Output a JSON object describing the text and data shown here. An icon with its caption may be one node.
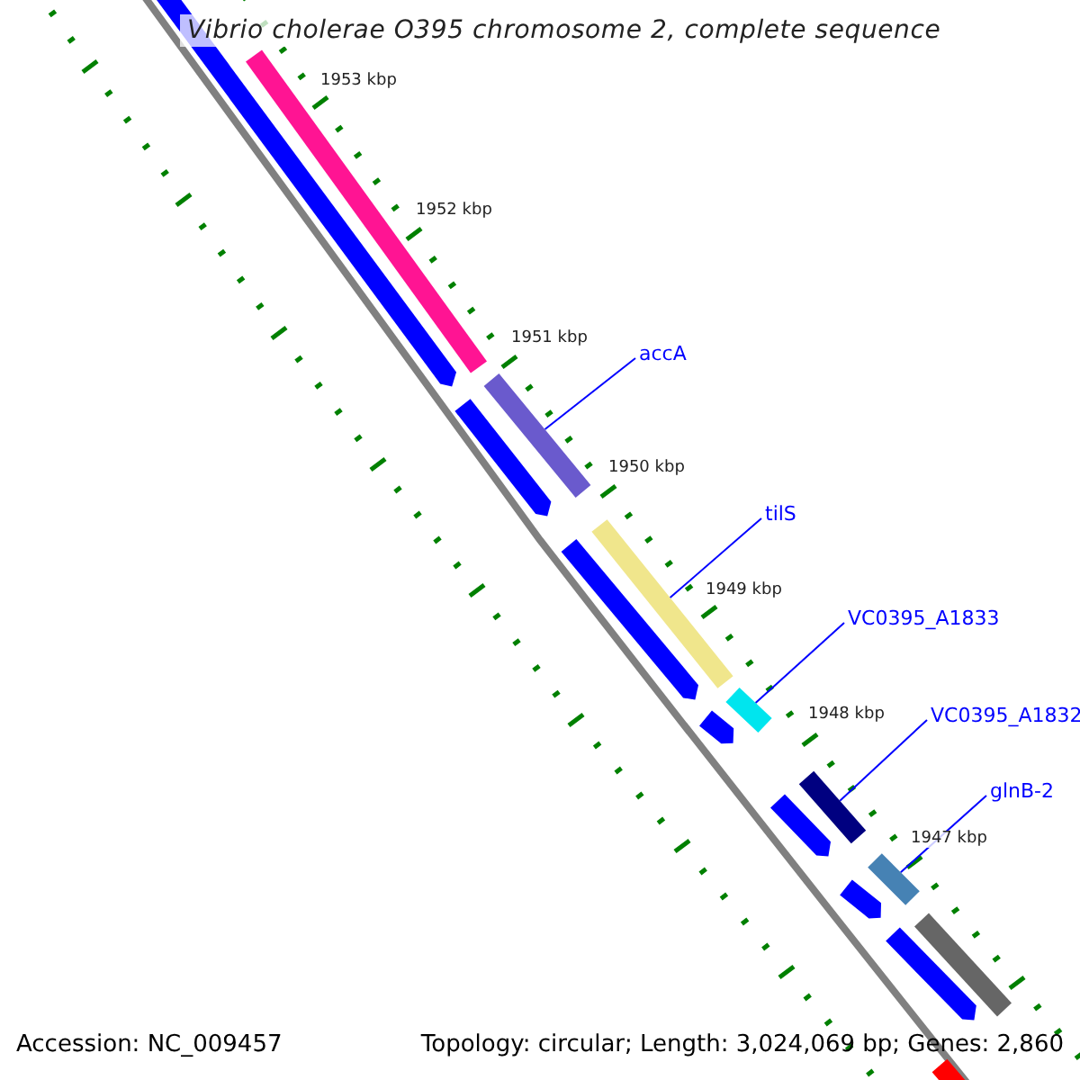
{
  "diagram": {
    "title": "Vibrio cholerae O395 chromosome 2, complete sequence",
    "nodes": [
      {
        "text": [
          "accA"
        ]
      },
      {
        "text": [
          "tilS"
        ]
      },
      {
        "text": [
          "VC0395_A1833"
        ]
      },
      {
        "text": [
          "VC0395_A1832"
        ]
      },
      {
        "text": [
          "glnB-2"
        ]
      },
      {
        "text": [],
        "shape": "bar"
      },
      {
        "text": [],
        "shape": "bar"
      },
      {
        "text": [],
        "shape": "bar"
      },
      {
        "text": [],
        "shape": "bar"
      },
      {
        "text": [],
        "shape": "bar"
      },
      {
        "text": [],
        "shape": "bar"
      },
      {
        "text": [],
        "shape": "bar"
      },
      {
        "text": [],
        "shape": "bar"
      },
      {
        "text": [],
        "shape": "bar"
      },
      {
        "text": [],
        "shape": "bar"
      },
      {
        "text": [],
        "shape": "bar"
      },
      {
        "text": [],
        "shape": "bar"
      },
      {
        "text": [],
        "shape": "bar"
      },
      {
        "text": [],
        "shape": "bar"
      },
      {
        "text": [],
        "shape": "bar"
      }
    ],
    "edges": [
      {
        "from": 0,
        "to": 5,
        "arrow": "none"
      },
      {
        "from": 1,
        "to": 6,
        "arrow": "none"
      },
      {
        "from": 2,
        "to": 7,
        "arrow": "none"
      },
      {
        "from": 3,
        "to": 8,
        "arrow": "none"
      },
      {
        "from": 4,
        "to": 9,
        "arrow": "none"
      }
    ],
    "labels": [
      "1953 kbp",
      "1952 kbp",
      "1951 kbp",
      "1950 kbp",
      "1949 kbp",
      "1948 kbp",
      "1947 kbp",
      "Accession: NC_009457",
      "Topology: circular; Length: 3,024,069 bp; Genes: 2,860"
    ]
  }
}
